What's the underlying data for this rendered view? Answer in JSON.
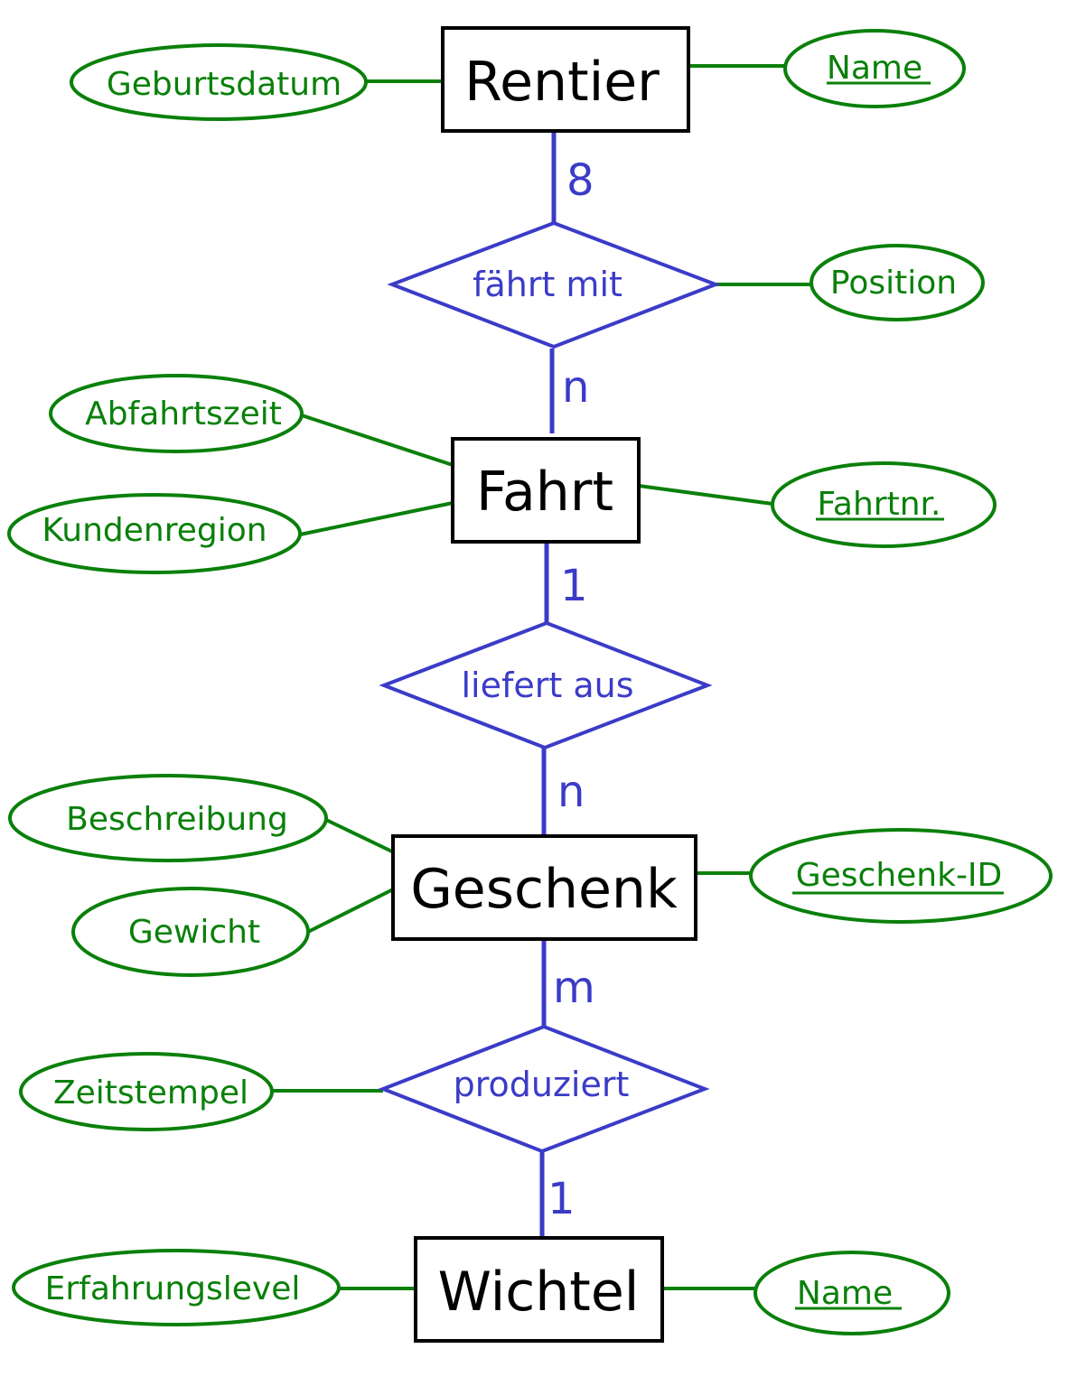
{
  "colors": {
    "entity": "#000000",
    "relationship": "#3b3bc8",
    "attribute": "#0a800a"
  },
  "entities": {
    "rentier": "Rentier",
    "fahrt": "Fahrt",
    "geschenk": "Geschenk",
    "wichtel": "Wichtel"
  },
  "relationships": {
    "faehrt_mit": "fährt mit",
    "liefert_aus": "liefert aus",
    "produziert": "produziert"
  },
  "cardinalities": {
    "rentier_faehrt_mit": "8",
    "fahrt_faehrt_mit": "n",
    "fahrt_liefert_aus": "1",
    "geschenk_liefert_aus": "n",
    "geschenk_produziert": "m",
    "wichtel_produziert": "1"
  },
  "attributes": {
    "rentier_geburtsdatum": "Geburtsdatum",
    "rentier_name": "Name",
    "faehrt_mit_position": "Position",
    "fahrt_abfahrtszeit": "Abfahrtszeit",
    "fahrt_kundenregion": "Kundenregion",
    "fahrt_fahrtnr": "Fahrtnr.",
    "geschenk_beschreibung": "Beschreibung",
    "geschenk_gewicht": "Gewicht",
    "geschenk_id": "Geschenk-ID",
    "produziert_zeitstempel": "Zeitstempel",
    "wichtel_erfahrungslevel": "Erfahrungslevel",
    "wichtel_name": "Name"
  }
}
